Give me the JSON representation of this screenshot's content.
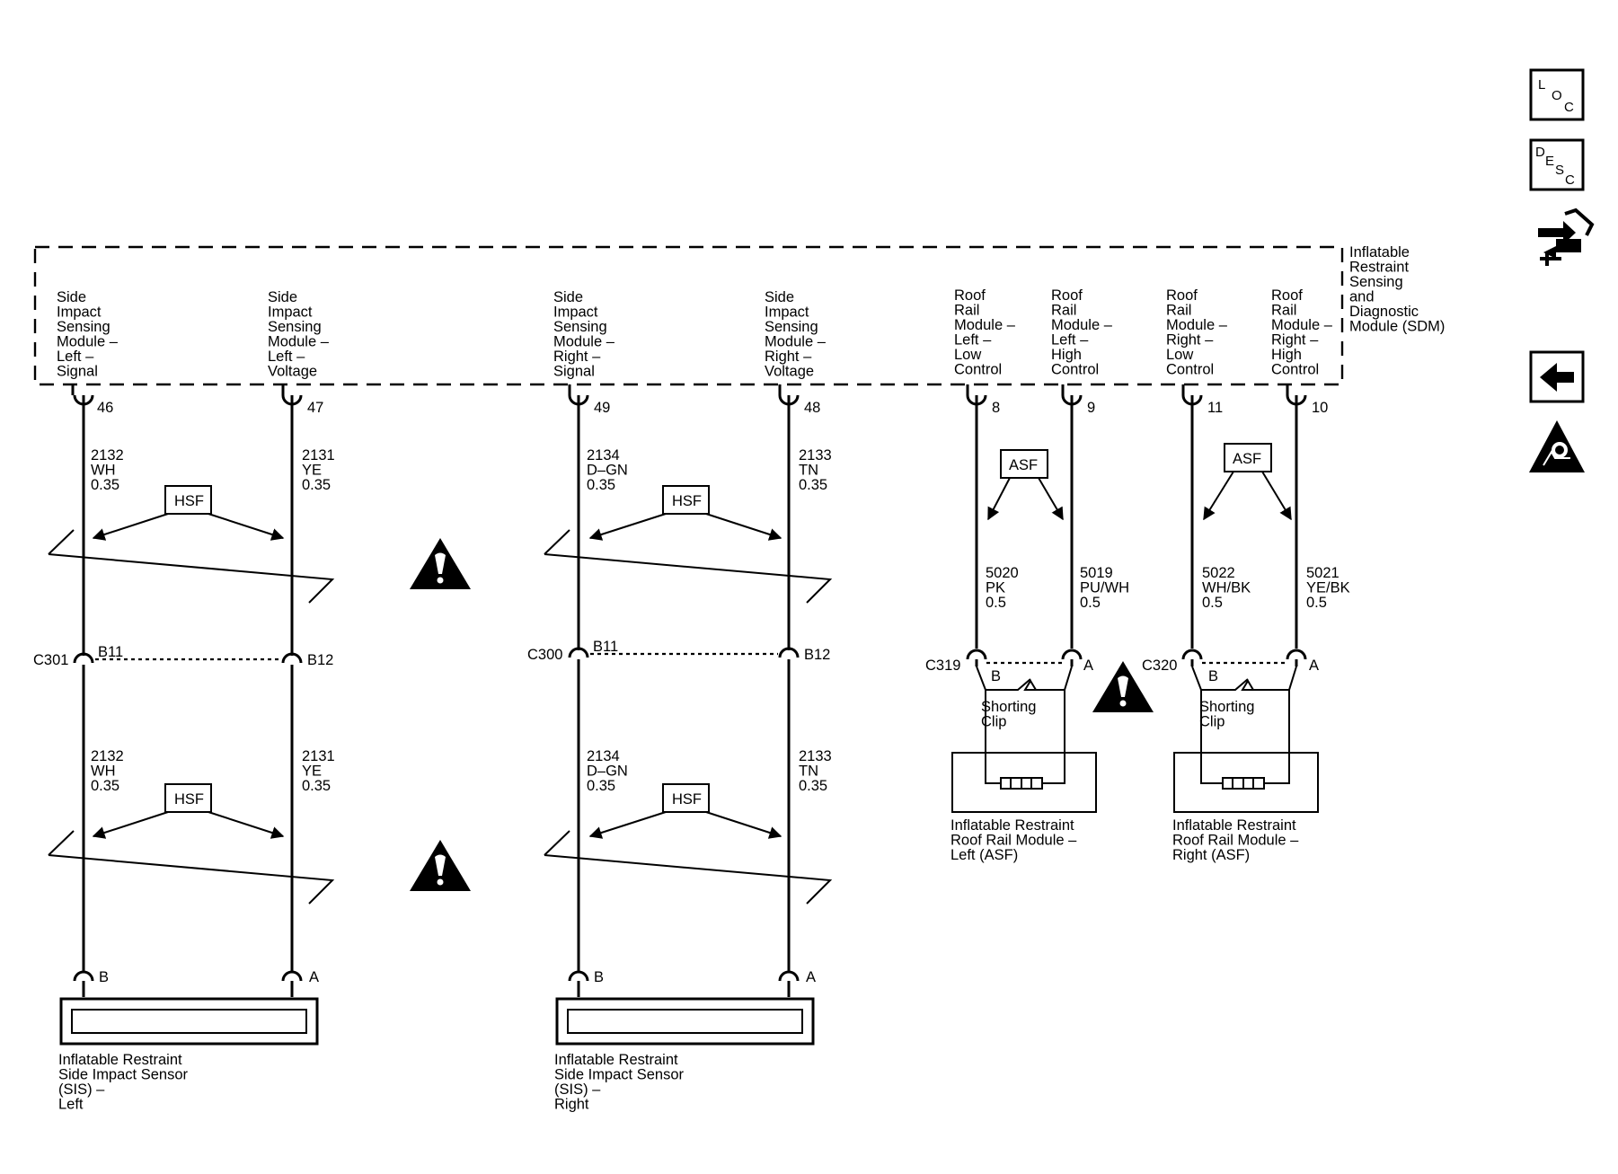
{
  "module": {
    "name_lines": [
      "Inflatable",
      "Restraint",
      "Sensing",
      "and",
      "Diagnostic",
      "Module (SDM)"
    ],
    "circuits": [
      {
        "lines": [
          "Side",
          "Impact",
          "Sensing",
          "Module –",
          "Left –",
          "Signal"
        ]
      },
      {
        "lines": [
          "Side",
          "Impact",
          "Sensing",
          "Module –",
          "Left –",
          "Voltage"
        ]
      },
      {
        "lines": [
          "Side",
          "Impact",
          "Sensing",
          "Module –",
          "Right –",
          "Signal"
        ]
      },
      {
        "lines": [
          "Side",
          "Impact",
          "Sensing",
          "Module –",
          "Right –",
          "Voltage"
        ]
      },
      {
        "lines": [
          "Roof",
          "Rail",
          "Module –",
          "Left –",
          "Low",
          "Control"
        ]
      },
      {
        "lines": [
          "Roof",
          "Rail",
          "Module –",
          "Left –",
          "High",
          "Control"
        ]
      },
      {
        "lines": [
          "Roof",
          "Rail",
          "Module –",
          "Right –",
          "Low",
          "Control"
        ]
      },
      {
        "lines": [
          "Roof",
          "Rail",
          "Module –",
          "Right –",
          "High",
          "Control"
        ]
      }
    ],
    "pins": [
      "46",
      "47",
      "49",
      "48",
      "8",
      "9",
      "11",
      "10"
    ]
  },
  "wires_upper": [
    {
      "circuit": "2132",
      "color": "WH",
      "size": "0.35"
    },
    {
      "circuit": "2131",
      "color": "YE",
      "size": "0.35"
    },
    {
      "circuit": "2134",
      "color": "D–GN",
      "size": "0.35"
    },
    {
      "circuit": "2133",
      "color": "TN",
      "size": "0.35"
    }
  ],
  "wires_lower": [
    {
      "circuit": "2132",
      "color": "WH",
      "size": "0.35"
    },
    {
      "circuit": "2131",
      "color": "YE",
      "size": "0.35"
    },
    {
      "circuit": "2134",
      "color": "D–GN",
      "size": "0.35"
    },
    {
      "circuit": "2133",
      "color": "TN",
      "size": "0.35"
    }
  ],
  "wires_roof": [
    {
      "circuit": "5020",
      "color": "PK",
      "size": "0.5"
    },
    {
      "circuit": "5019",
      "color": "PU/WH",
      "size": "0.5"
    },
    {
      "circuit": "5022",
      "color": "WH/BK",
      "size": "0.5"
    },
    {
      "circuit": "5021",
      "color": "YE/BK",
      "size": "0.5"
    }
  ],
  "labels": {
    "hsf": "HSF",
    "asf": "ASF",
    "shorting_clip": [
      "Shorting",
      "Clip"
    ]
  },
  "connectors": {
    "c301": {
      "name": "C301",
      "pin_left": "B11",
      "pin_right": "B12"
    },
    "c300": {
      "name": "C300",
      "pin_left": "B11",
      "pin_right": "B12"
    },
    "c319": {
      "name": "C319",
      "pin_left": "B",
      "pin_right": "A"
    },
    "c320": {
      "name": "C320",
      "pin_left": "B",
      "pin_right": "A"
    }
  },
  "sensors": {
    "left": {
      "pins": [
        "B",
        "A"
      ],
      "name_lines": [
        "Inflatable Restraint",
        "Side Impact Sensor",
        "(SIS) –",
        "Left"
      ]
    },
    "right": {
      "pins": [
        "B",
        "A"
      ],
      "name_lines": [
        "Inflatable Restraint",
        "Side Impact Sensor",
        "(SIS) –",
        "Right"
      ]
    }
  },
  "roof_modules": {
    "left": {
      "name_lines": [
        "Inflatable Restraint",
        "Roof Rail Module –",
        "Left (ASF)"
      ]
    },
    "right": {
      "name_lines": [
        "Inflatable Restraint",
        "Roof Rail Module –",
        "Right (ASF)"
      ]
    }
  },
  "side_nav": [
    {
      "icon": "loc-icon",
      "letters": [
        "L",
        "O",
        "C"
      ]
    },
    {
      "icon": "desc-icon",
      "letters": [
        "D",
        "E",
        "S",
        "C"
      ]
    },
    {
      "icon": "connector-repair-icon"
    },
    {
      "icon": "back-arrow-icon"
    },
    {
      "icon": "airbag-warning-icon"
    }
  ]
}
